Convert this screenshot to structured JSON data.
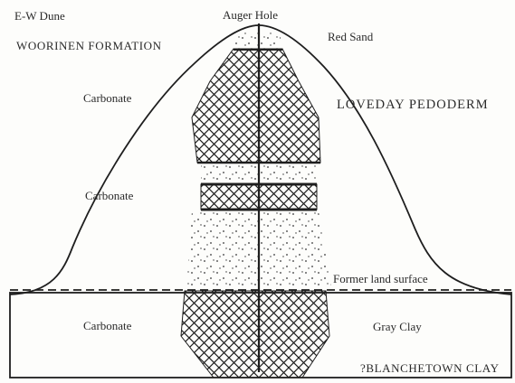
{
  "diagram": {
    "title": "E-W Dune",
    "labels": {
      "auger_hole": "Auger Hole",
      "woorinen": "WOORINEN FORMATION",
      "red_sand": "Red Sand",
      "carbonate_upper": "Carbonate",
      "loveday": "LOVEDAY PEDODERM",
      "carbonate_middle": "Carbonate",
      "former_surface": "Former land surface",
      "carbonate_lower": "Carbonate",
      "gray_clay": "Gray Clay",
      "blanchetown": "?BLANCHETOWN CLAY"
    }
  }
}
